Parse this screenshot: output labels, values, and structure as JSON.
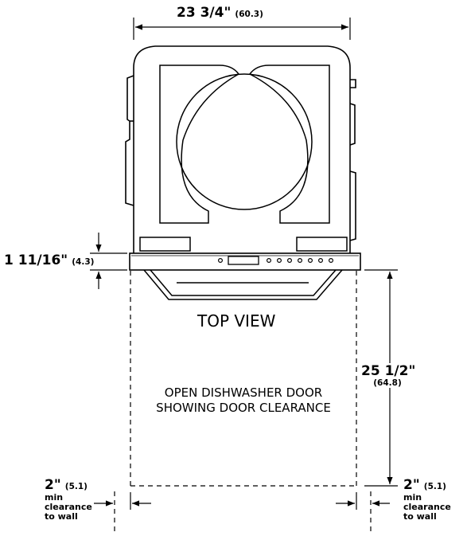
{
  "width_dim": {
    "main": "23 3/4\"",
    "metric": "(60.3)"
  },
  "panel_dim": {
    "main": "1 11/16\"",
    "metric": "(4.3)"
  },
  "depth_dim": {
    "main": "25 1/2\"",
    "metric": "(64.8)"
  },
  "view_title": "TOP VIEW",
  "door_note": {
    "line1": "OPEN DISHWASHER DOOR",
    "line2": "SHOWING DOOR CLEARANCE"
  },
  "left_clearance": {
    "main": "2\"",
    "metric": "(5.1)",
    "lines": [
      "min",
      "clearance",
      "to wall"
    ]
  },
  "right_clearance": {
    "main": "2\"",
    "metric": "(5.1)",
    "lines": [
      "min",
      "clearance",
      "to wall"
    ]
  }
}
